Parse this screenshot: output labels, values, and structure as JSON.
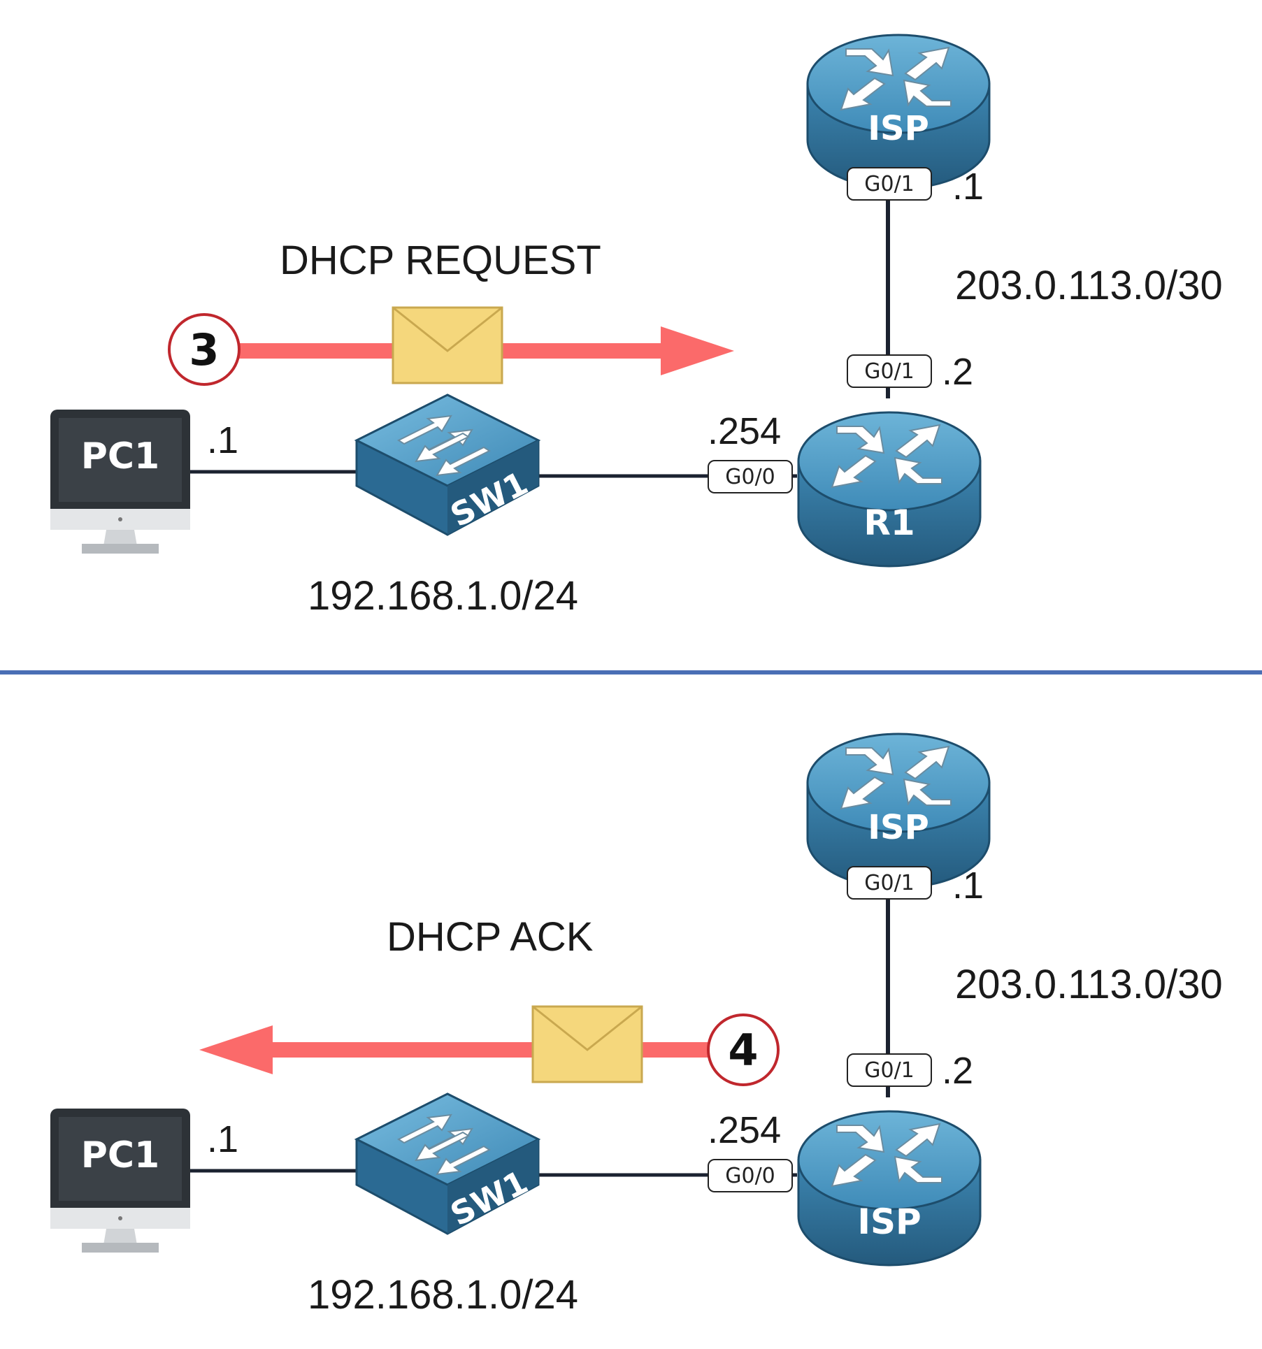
{
  "panels": [
    {
      "message": "DHCP REQUEST",
      "step": "3",
      "direction": "right",
      "pc": {
        "name": "PC1",
        "host": ".1"
      },
      "switch": {
        "name": "SW1"
      },
      "lan_subnet": "192.168.1.0/24",
      "gateway": {
        "name": "R1",
        "host": ".254",
        "lan_port": "G0/0",
        "wan_port": "G0/1",
        "wan_host": ".2"
      },
      "isp": {
        "name": "ISP",
        "port": "G0/1",
        "host": ".1"
      },
      "wan_subnet": "203.0.113.0/30"
    },
    {
      "message": "DHCP ACK",
      "step": "4",
      "direction": "left",
      "pc": {
        "name": "PC1",
        "host": ".1"
      },
      "switch": {
        "name": "SW1"
      },
      "lan_subnet": "192.168.1.0/24",
      "gateway": {
        "name": "ISP",
        "host": ".254",
        "lan_port": "G0/0",
        "wan_port": "G0/1",
        "wan_host": ".2"
      },
      "isp": {
        "name": "ISP",
        "port": "G0/1",
        "host": ".1"
      },
      "wan_subnet": "203.0.113.0/30"
    }
  ],
  "colors": {
    "arrow": "#fb6a6a",
    "step_ring": "#c0272d",
    "envelope": "#f5d77c",
    "router_top": "#4f9cc5",
    "router_side": "#2c6d96",
    "pc_frame": "#2d3237",
    "divider": "#4a6fb5",
    "link": "#1b2230"
  },
  "icons": [
    "router-icon",
    "switch-icon",
    "pc-icon",
    "envelope-icon"
  ]
}
